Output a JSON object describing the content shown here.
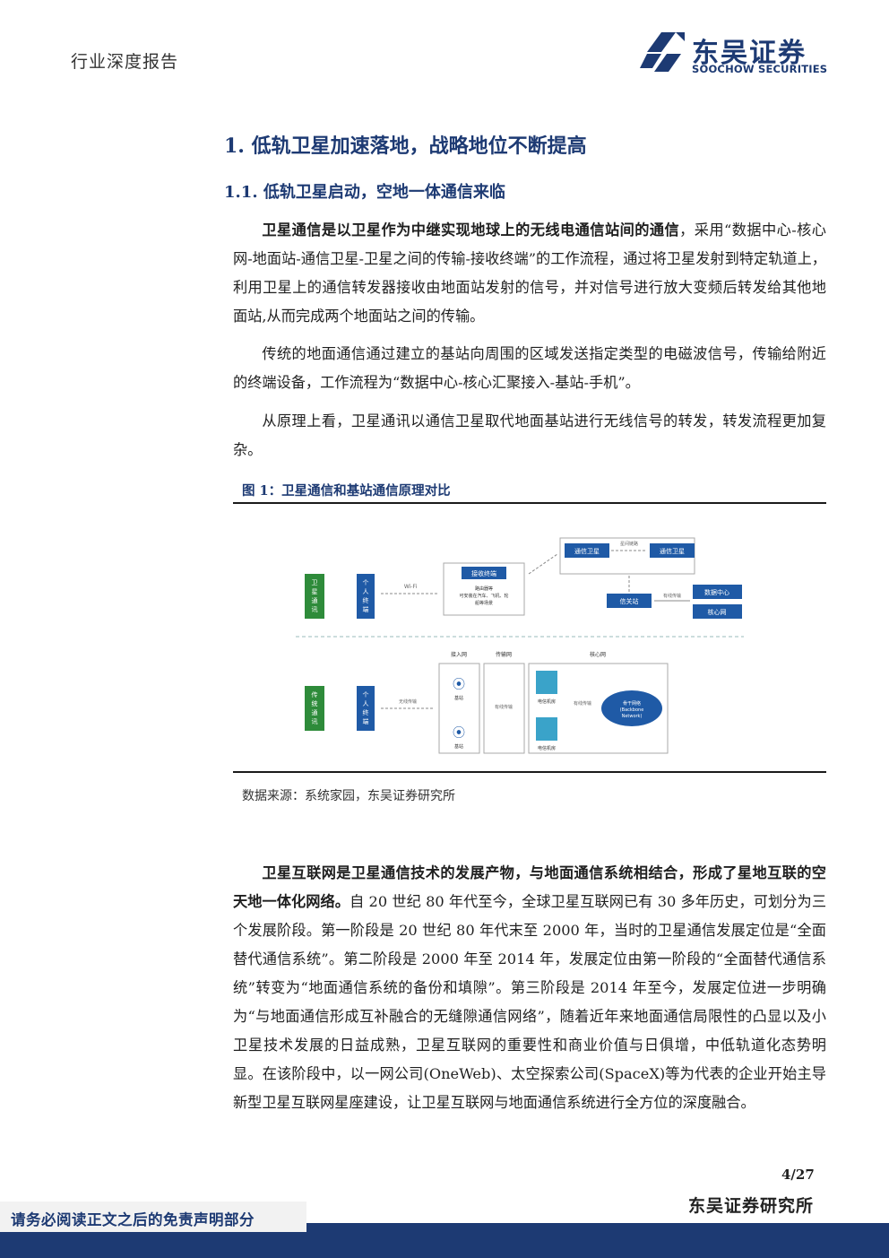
{
  "header": {
    "doc_type": "行业深度报告",
    "logo_name": "东吴证券",
    "logo_en": "SOOCHOW SECURITIES"
  },
  "section": {
    "h1": "1.  低轨卫星加速落地，战略地位不断提高",
    "h2": "1.1.  低轨卫星启动，空地一体通信来临"
  },
  "paragraphs": {
    "p1_bold": "卫星通信是以卫星作为中继实现地球上的无线电通信站间的通信",
    "p1_rest": "，采用“数据中心-核心网-地面站-通信卫星-卫星之间的传输-接收终端”的工作流程，通过将卫星发射到特定轨道上，利用卫星上的通信转发器接收由地面站发射的信号，并对信号进行放大变频后转发给其他地面站,从而完成两个地面站之间的传输。",
    "p2": "传统的地面通信通过建立的基站向周围的区域发送指定类型的电磁波信号，传输给附近的终端设备，工作流程为“数据中心-核心汇聚接入-基站-手机”。",
    "p3": "从原理上看，卫星通讯以通信卫星取代地面基站进行无线信号的转发，转发流程更加复杂。",
    "p4_bold": "卫星互联网是卫星通信技术的发展产物，与地面通信系统相结合，形成了星地互联的空天地一体化网络。",
    "p4_rest": "自 20 世纪 80 年代至今，全球卫星互联网已有 30 多年历史，可划分为三个发展阶段。第一阶段是 20 世纪 80 年代末至 2000 年，当时的卫星通信发展定位是“全面替代通信系统”。第二阶段是 2000 年至 2014 年，发展定位由第一阶段的“全面替代通信系统”转变为“地面通信系统的备份和填隙”。第三阶段是 2014 年至今，发展定位进一步明确为“与地面通信形成互补融合的无缝隙通信网络”，随着近年来地面通信局限性的凸显以及小卫星技术发展的日益成熟，卫星互联网的重要性和商业价值与日俱增，中低轨道化态势明显。在该阶段中，以一网公司(OneWeb)、太空探索公司(SpaceX)等为代表的企业开始主导新型卫星互联网星座建设，让卫星互联网与地面通信系统进行全方位的深度融合。"
  },
  "figure": {
    "title": "图 1：卫星通信和基站通信原理对比",
    "source": "数据来源：系统家园，东吴证券研究所",
    "labels": {
      "sat_comm": "卫星通讯",
      "trad_comm": "传统通讯",
      "personal_terminal": "个人终端",
      "wifi": "Wi-Fi",
      "recv_terminal": "接收终端",
      "recv_desc1": "路由器等",
      "recv_desc2": "可安装在汽车、飞机、轮",
      "recv_desc3": "船等场景",
      "comm_sat": "通信卫星",
      "inter_sat_link": "星间链路",
      "gateway": "信关站",
      "wired_trans": "有线传输",
      "data_center": "数据中心",
      "core_net": "核心网",
      "access_net": "接入网",
      "transport_net": "传输网",
      "core_net_top": "核心网",
      "wireless_trans": "无线传输",
      "base_station": "基站",
      "telecom_room": "电信机房",
      "backbone1": "骨干网络",
      "backbone2": "(Backbone",
      "backbone3": "Network)"
    }
  },
  "footer": {
    "page": "4/27",
    "org": "东吴证券研究所",
    "disclaimer": "请务必阅读正文之后的免责声明部分"
  },
  "colors": {
    "brand_navy": "#1d3a73",
    "diagram_blue": "#1f5aa6",
    "green_label": "#2e8b3a"
  }
}
